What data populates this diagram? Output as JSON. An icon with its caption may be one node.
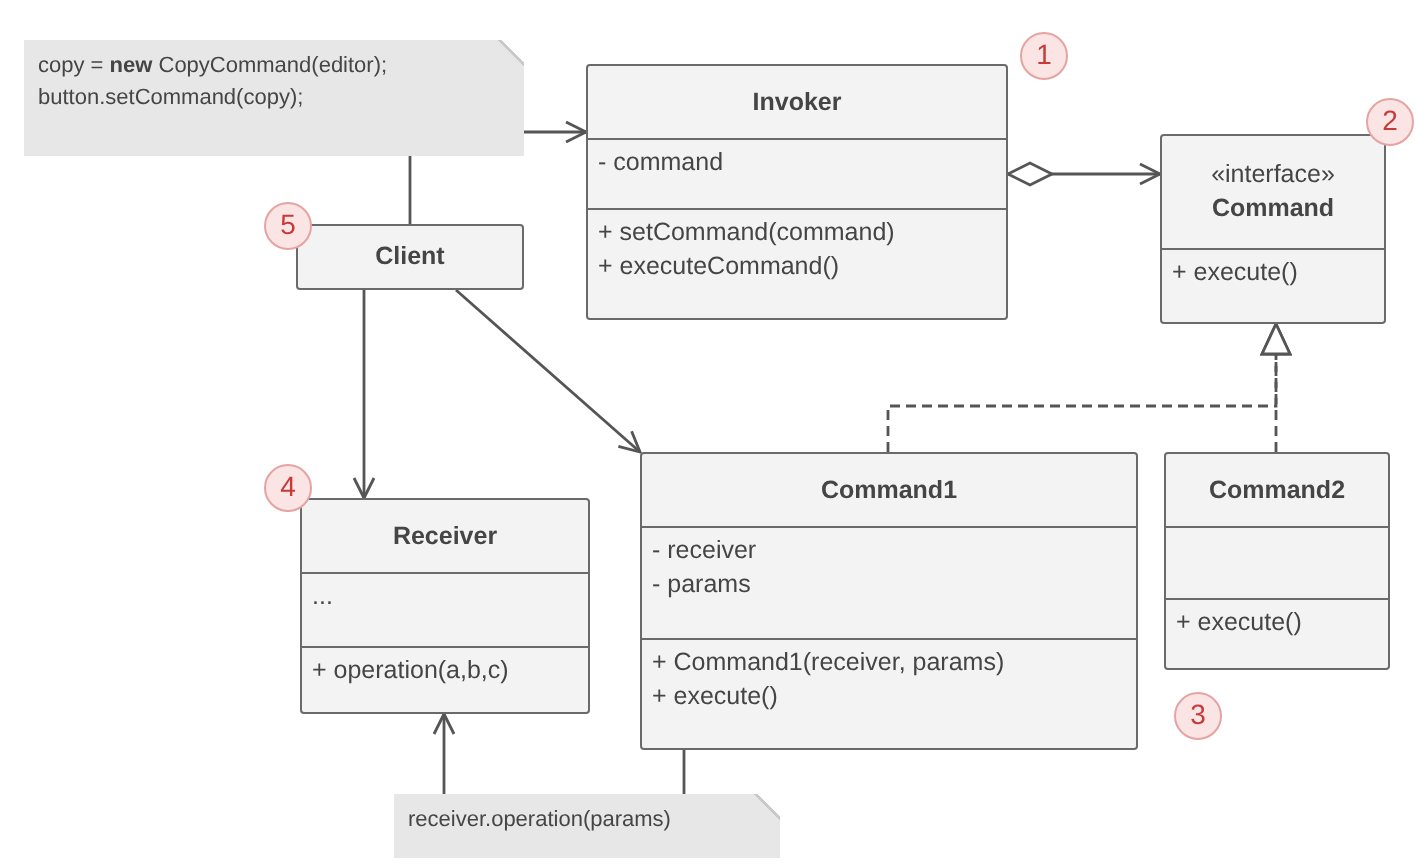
{
  "diagram": {
    "nodes": [
      {
        "text": [
          "copy = **new** CopyCommand(editor); button.setCommand(copy);"
        ]
      },
      {
        "text": [
          "Invoker",
          "- command",
          "+ setCommand(command)",
          "+ executeCommand()"
        ]
      },
      {
        "text": [
          "«interface»",
          "Command",
          "+ execute()"
        ]
      },
      {
        "text": [
          "Client"
        ]
      },
      {
        "text": [
          "Receiver",
          "...",
          "+ operation(a,b,c)"
        ]
      },
      {
        "text": [
          "Command1",
          "- receiver",
          "- params",
          "+ Command1(receiver, params)",
          "+ execute()"
        ]
      },
      {
        "text": [
          "Command2",
          "+ execute()"
        ]
      },
      {
        "text": [
          "receiver.operation(params)"
        ]
      }
    ],
    "edges": [
      {
        "from": 0,
        "to": 1,
        "arrow": "to"
      },
      {
        "from": 3,
        "to": 0,
        "arrow": "none"
      },
      {
        "from": 1,
        "to": 2,
        "arrow": "to"
      },
      {
        "from": 3,
        "to": 4,
        "arrow": "to"
      },
      {
        "from": 3,
        "to": 5,
        "arrow": "to"
      },
      {
        "from": 5,
        "to": 2,
        "arrow": "to",
        "style": "dashed"
      },
      {
        "from": 6,
        "to": 2,
        "arrow": "to",
        "style": "dashed"
      },
      {
        "from": 7,
        "to": 4,
        "arrow": "to"
      },
      {
        "from": 5,
        "to": 7,
        "arrow": "none"
      }
    ],
    "labels": [
      "1",
      "2",
      "5",
      "4",
      "3"
    ]
  }
}
